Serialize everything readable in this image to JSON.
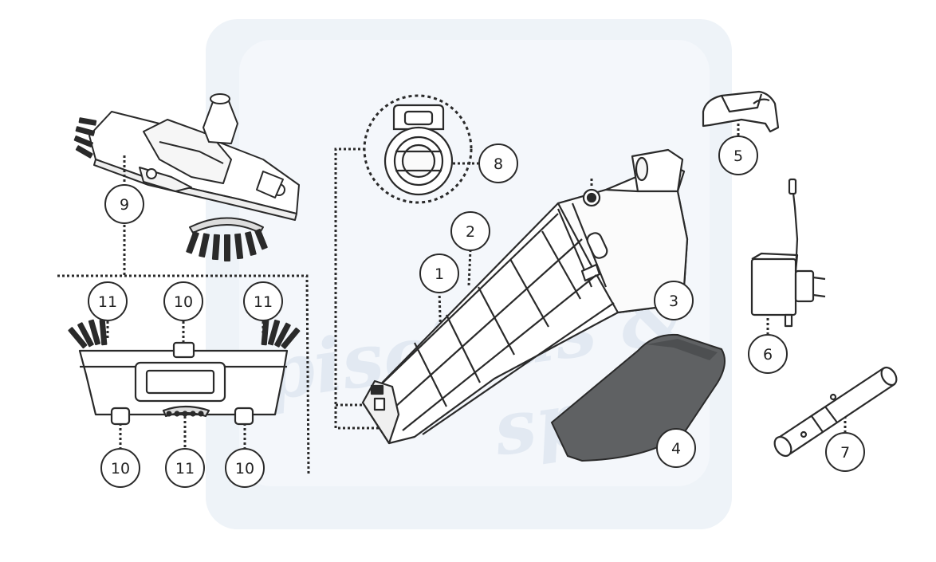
{
  "watermark": {
    "line1": "piscinas &",
    "line2": "spas",
    "bg_color": "#e8eef5",
    "text_color": "#dde6f0"
  },
  "callouts": {
    "c1": "1",
    "c2": "2",
    "c3": "3",
    "c4": "4",
    "c5": "5",
    "c6": "6",
    "c7": "7",
    "c8": "8",
    "c9": "9",
    "c10a": "10",
    "c10b": "10",
    "c10c": "10",
    "c11a": "11",
    "c11b": "11",
    "c11c": "11"
  },
  "colors": {
    "line": "#2a2a2a",
    "bag_fill": "#5f6163",
    "part_fill": "#ffffff"
  }
}
